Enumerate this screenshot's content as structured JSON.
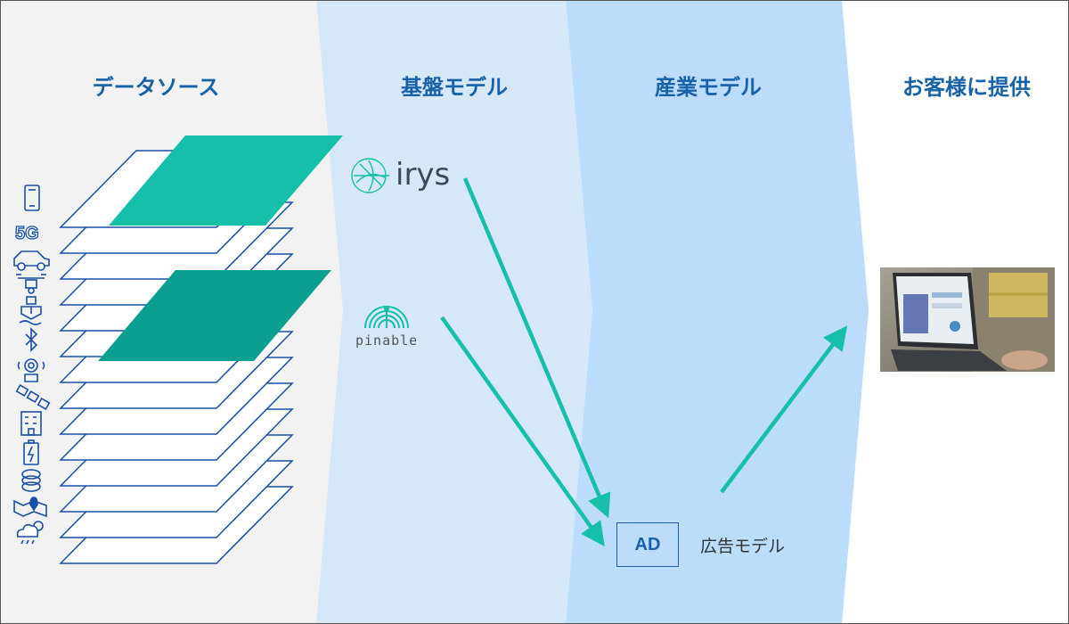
{
  "columns": [
    {
      "title": "データソース"
    },
    {
      "title": "基盤モデル"
    },
    {
      "title": "産業モデル"
    },
    {
      "title": "お客様に提供"
    }
  ],
  "logos": {
    "irys": "irys",
    "pinable": "pinable"
  },
  "ad": {
    "badge": "AD",
    "label": "広告モデル"
  },
  "icons": {
    "fiveg": "5G",
    "list": [
      "phone-icon",
      "5g-icon",
      "car-icon",
      "drone-icon",
      "ship-icon",
      "bluetooth-icon",
      "camera-icon",
      "satellite-icon",
      "building-icon",
      "battery-icon",
      "coins-icon",
      "map-pin-icon",
      "weather-icon"
    ]
  },
  "colors": {
    "teal": "#15bfa8",
    "teal_dark": "#0a9f8f",
    "navy": "#1a4fa8",
    "title_blue": "#1762a8"
  }
}
